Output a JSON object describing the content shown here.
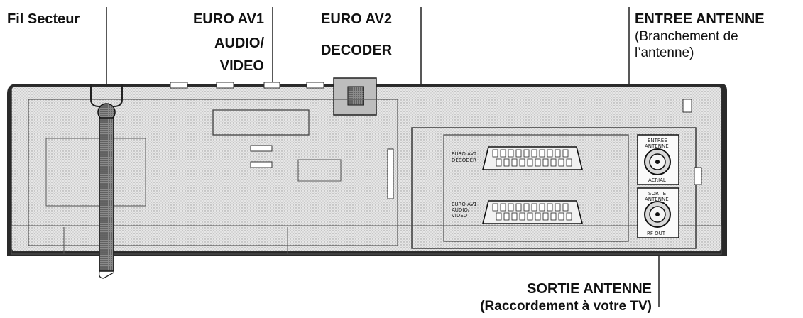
{
  "labels": {
    "fil_secteur": "Fil Secteur",
    "euro_av1_line1": "EURO AV1",
    "euro_av1_line2": "AUDIO/",
    "euro_av1_line3": "VIDEO",
    "euro_av2_line1": "EURO AV2",
    "euro_av2_line2": "DECODER",
    "entree_title": "ENTREE ANTENNE",
    "entree_sub1": "(Branchement de",
    "entree_sub2": "l’antenne)",
    "sortie_title": "SORTIE ANTENNE",
    "sortie_sub": "(Raccordement à votre TV)"
  },
  "panel_text": {
    "av2_line1": "EURO AV2",
    "av2_line2": "DECODER",
    "av1_line1": "EURO AV1",
    "av1_line2": "AUDIO/",
    "av1_line3": "VIDEO",
    "entree_line1": "ENTREE",
    "entree_line2": "ANTENNE",
    "aerial": "AERIAL",
    "sortie_line1": "SORTIE",
    "sortie_line2": "ANTENNE",
    "rf_out": "RF OUT"
  }
}
